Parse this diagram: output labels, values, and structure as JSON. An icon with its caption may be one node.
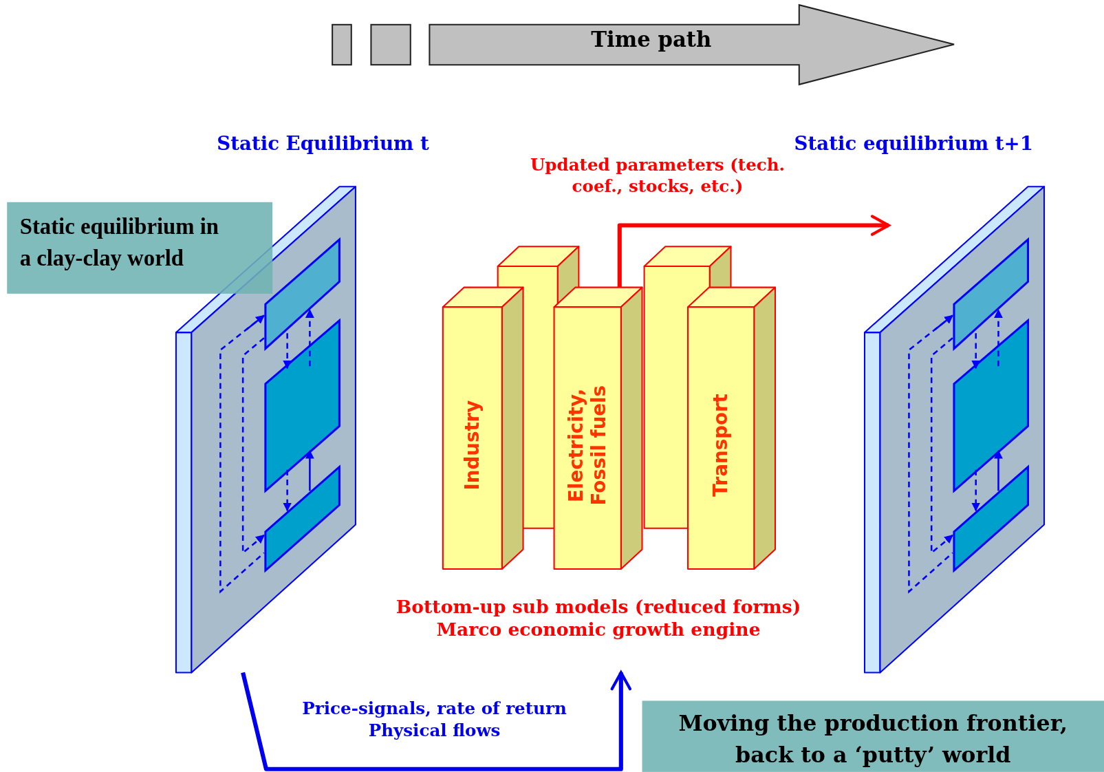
{
  "diagram": {
    "nodes": [
      {
        "text": [],
        "shape": "box"
      },
      {
        "text": [],
        "shape": "box"
      },
      {
        "text": [
          "Time path"
        ]
      },
      {
        "text": [
          "Static Equilibrium t"
        ]
      },
      {
        "text": [
          "Static equilibrium t+1"
        ]
      },
      {
        "text": [
          "Static equilibrium in a clay-clay world"
        ]
      },
      {
        "text": [],
        "shape": "box"
      },
      {
        "text": [],
        "shape": "box"
      },
      {
        "text": [
          "Industry"
        ]
      },
      {
        "text": [
          "Electricity, Fossil fuels"
        ]
      },
      {
        "text": [
          "Transport"
        ]
      },
      {
        "text": [
          "Bottom-up sub models (reduced forms) Marco economic growth engine"
        ]
      },
      {
        "text": [
          "Moving the production frontier, back to a ‘putty’ world"
        ]
      }
    ],
    "edges": [
      {
        "from": 3,
        "to": 11,
        "arrow": "to",
        "label": "Price-signals, rate of return Physical flows",
        "color": "#0000ee"
      },
      {
        "from": 9,
        "to": 4,
        "arrow": "to",
        "label": "Updated parameters (tech. coef., stocks, etc.)",
        "color": "#ff0000"
      }
    ]
  }
}
